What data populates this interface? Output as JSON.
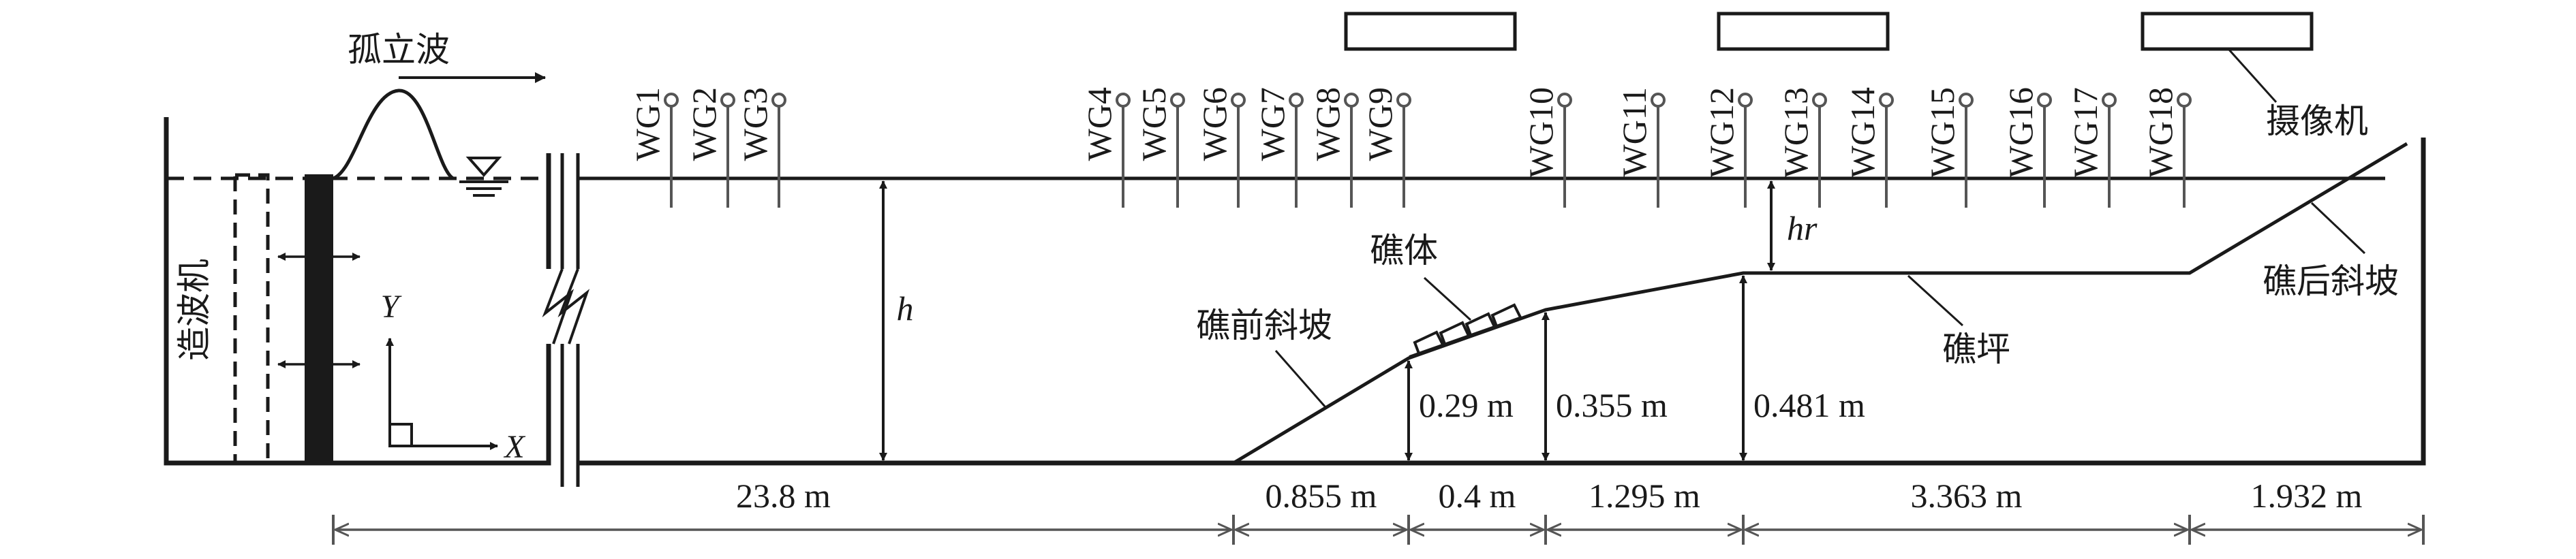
{
  "labels": {
    "solitary_wave": "孤立波",
    "wavemaker": "造波机",
    "camera": "摄像机",
    "reef_unit": "礁体",
    "fore_slope": "礁前斜坡",
    "reef_flat": "礁坪",
    "back_slope": "礁后斜坡",
    "water_depth": "h",
    "reef_flat_depth": "hr",
    "axis_x": "X",
    "axis_y": "Y"
  },
  "heights": {
    "reef_unit_base": "0.29 m",
    "slope_break": "0.355 m",
    "reef_flat": "0.481 m"
  },
  "segments": [
    "23.8 m",
    "0.855 m",
    "0.4 m",
    "1.295 m",
    "3.363 m",
    "1.932 m"
  ],
  "gauges": [
    "WG1",
    "WG2",
    "WG3",
    "WG4",
    "WG5",
    "WG6",
    "WG7",
    "WG8",
    "WG9",
    "WG10",
    "WG11",
    "WG12",
    "WG13",
    "WG14",
    "WG15",
    "WG16",
    "WG17",
    "WG18"
  ],
  "cameras": [
    "camera",
    "camera",
    "camera"
  ]
}
